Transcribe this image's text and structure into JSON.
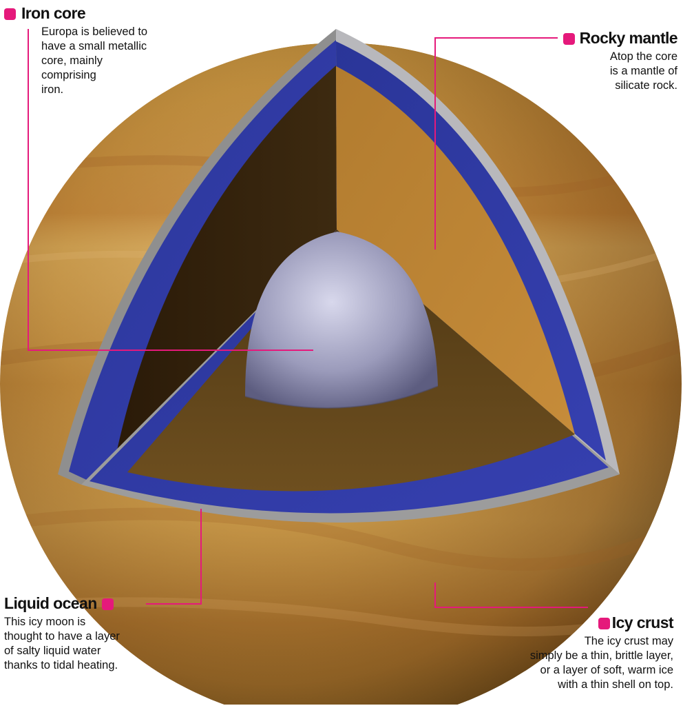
{
  "colors": {
    "accent": "#e5197b",
    "ocean": "#2c37a8",
    "mantle": "#b07a2a",
    "core": "#9a9ab8",
    "surface": "#b8883e"
  },
  "labels": {
    "iron_core": {
      "title": "Iron core",
      "lines": [
        "Europa is believed to",
        "have a small metallic",
        "core, mainly",
        "comprising",
        "iron."
      ]
    },
    "rocky_mantle": {
      "title": "Rocky mantle",
      "lines": [
        "Atop the core",
        "is a mantle of",
        "silicate rock."
      ]
    },
    "liquid_ocean": {
      "title": "Liquid ocean",
      "lines": [
        "This icy moon is",
        "thought to have a layer",
        "of salty liquid water",
        "thanks to tidal heating."
      ]
    },
    "icy_crust": {
      "title": "Icy crust",
      "lines": [
        "The icy crust may",
        "simply be a thin, brittle layer,",
        "or a layer of soft, warm ice",
        "with a thin shell on top."
      ]
    }
  }
}
